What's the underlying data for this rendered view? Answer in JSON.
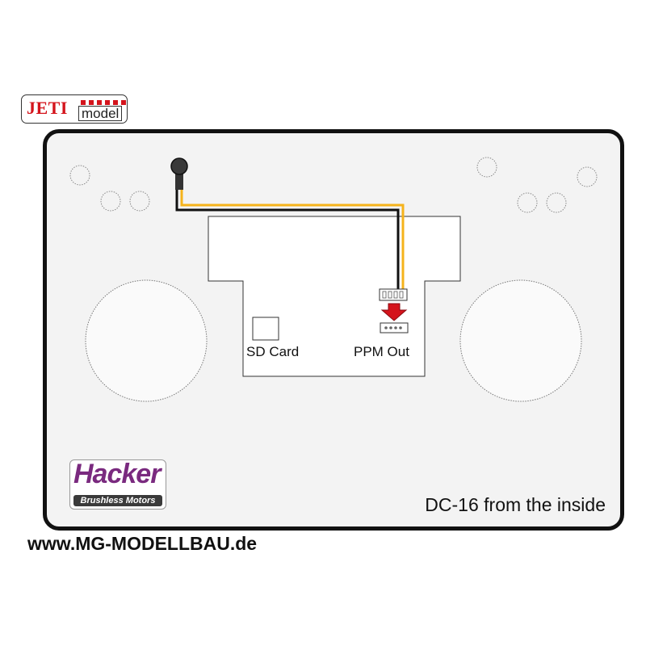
{
  "logo_jeti": {
    "brand": "JETI",
    "model": "model",
    "brand_color": "#d4141c"
  },
  "diagram": {
    "sd_card_label": "SD Card",
    "ppm_out_label": "PPM Out",
    "caption": "DC-16 from the inside",
    "wire_colors": {
      "signal": "#f5b31b",
      "ground": "#111111"
    },
    "arrow_color": "#d4141c"
  },
  "logo_hacker": {
    "name": "Hacker",
    "subtitle": "Brushless Motors",
    "brand_color": "#7a2a7f"
  },
  "website": "www.MG-MODELLBAU.de"
}
